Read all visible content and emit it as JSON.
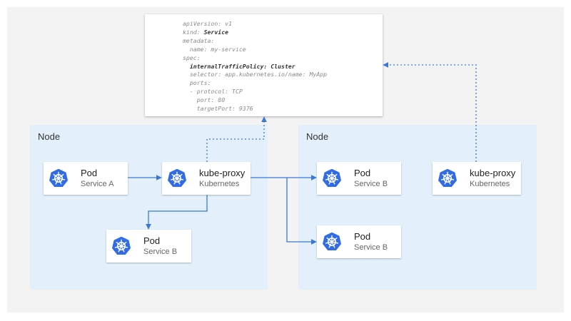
{
  "nodes": [
    {
      "label": "Node"
    },
    {
      "label": "Node"
    }
  ],
  "yaml": {
    "lines": [
      {
        "text": "apiVersion: v1"
      },
      {
        "key": "kind: ",
        "value": "Service"
      },
      {
        "text": "metadata:"
      },
      {
        "text": "  name: my-service"
      },
      {
        "text": "spec:"
      },
      {
        "key": "  internalTrafficPolicy: ",
        "value": "Cluster",
        "strong": true
      },
      {
        "text": "  selector: app.kubernetes.io/name: MyApp"
      },
      {
        "text": "  ports:"
      },
      {
        "text": "  - protocol: TCP"
      },
      {
        "text": "    port: 80"
      },
      {
        "text": "    targetPort: 9376"
      }
    ]
  },
  "cards": {
    "pod_a": {
      "title": "Pod",
      "subtitle": "Service A"
    },
    "proxy_1": {
      "title": "kube-proxy",
      "subtitle": "Kubernetes"
    },
    "pod_b1": {
      "title": "Pod",
      "subtitle": "Service B"
    },
    "pod_b2": {
      "title": "Pod",
      "subtitle": "Service B"
    },
    "pod_b3": {
      "title": "Pod",
      "subtitle": "Service B"
    },
    "proxy_2": {
      "title": "kube-proxy",
      "subtitle": "Kubernetes"
    }
  },
  "icon": {
    "name": "kubernetes-icon",
    "color": "#326ce5"
  },
  "colors": {
    "arrow": "#3a78d4",
    "node_bg": "#e3f0fb",
    "canvas_bg": "#f3f3f3"
  }
}
